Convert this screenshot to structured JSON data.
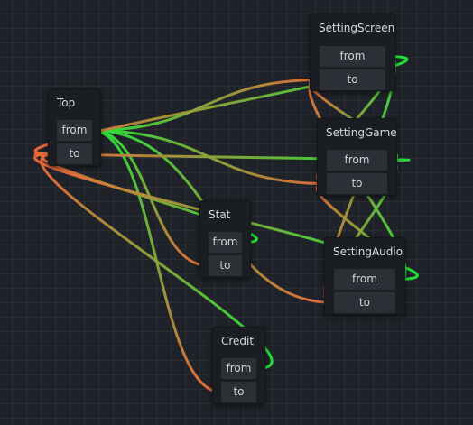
{
  "nodes": {
    "setting_screen": {
      "title": "SettingScreen",
      "from_label": "from",
      "to_label": "to"
    },
    "setting_game": {
      "title": "SettingGame",
      "from_label": "from",
      "to_label": "to"
    },
    "top": {
      "title": "Top",
      "from_label": "from",
      "to_label": "to"
    },
    "stat": {
      "title": "Stat",
      "from_label": "from",
      "to_label": "to"
    },
    "setting_audio": {
      "title": "SettingAudio",
      "from_label": "from",
      "to_label": "to"
    },
    "credit": {
      "title": "Credit",
      "from_label": "from",
      "to_label": "to"
    }
  },
  "connections": [
    {
      "from": "top",
      "to": "setting_screen"
    },
    {
      "from": "top",
      "to": "setting_game"
    },
    {
      "from": "top",
      "to": "stat"
    },
    {
      "from": "top",
      "to": "setting_audio"
    },
    {
      "from": "top",
      "to": "credit"
    },
    {
      "from": "stat",
      "to": "top"
    },
    {
      "from": "credit",
      "to": "top"
    },
    {
      "from": "setting_screen",
      "to": "top"
    },
    {
      "from": "setting_game",
      "to": "top"
    },
    {
      "from": "setting_audio",
      "to": "top"
    },
    {
      "from": "setting_screen",
      "to": "setting_game"
    },
    {
      "from": "setting_screen",
      "to": "setting_audio"
    },
    {
      "from": "setting_game",
      "to": "setting_screen"
    },
    {
      "from": "setting_game",
      "to": "setting_audio"
    },
    {
      "from": "setting_audio",
      "to": "setting_screen"
    },
    {
      "from": "setting_audio",
      "to": "setting_game"
    },
    {
      "from": "setting_screen",
      "to": "setting_screen"
    },
    {
      "from": "setting_game",
      "to": "setting_game"
    },
    {
      "from": "setting_audio",
      "to": "setting_audio"
    },
    {
      "from": "stat",
      "to": "stat"
    },
    {
      "from": "credit",
      "to": "credit"
    }
  ],
  "colors": {
    "wire_start": "#22e83a",
    "wire_end": "#ee6a3a",
    "background": "#1f2329",
    "node_bg": "#1a1d22",
    "port_bg": "#2c3036"
  }
}
